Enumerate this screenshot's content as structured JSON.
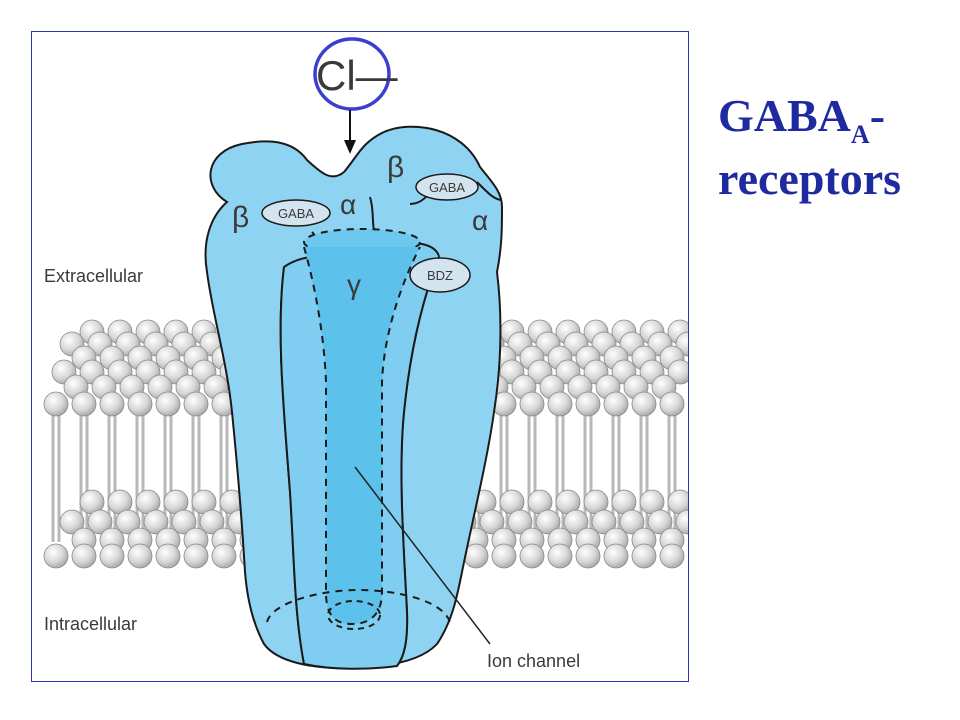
{
  "title": {
    "main": "GABA",
    "subscript": "A",
    "suffix": "-",
    "line2": "receptors"
  },
  "labels": {
    "ion": "Cl—",
    "extracellular": "Extracellular",
    "intracellular": "Intracellular",
    "ion_channel": "Ion channel",
    "beta_left": "β",
    "alpha_top": "α",
    "beta_right": "β",
    "alpha_right": "α",
    "gamma": "γ",
    "gaba_site_left": "GABA",
    "gaba_site_right": "GABA",
    "bdz_site": "BDZ"
  },
  "colors": {
    "receptor_fill": "#8fd3f2",
    "channel_fill": "#6cc8ee",
    "title": "#1f2a9e",
    "ion_circle": "#3b3fd0",
    "lipid": "#c9c9c9",
    "frame": "#2b34c0"
  }
}
